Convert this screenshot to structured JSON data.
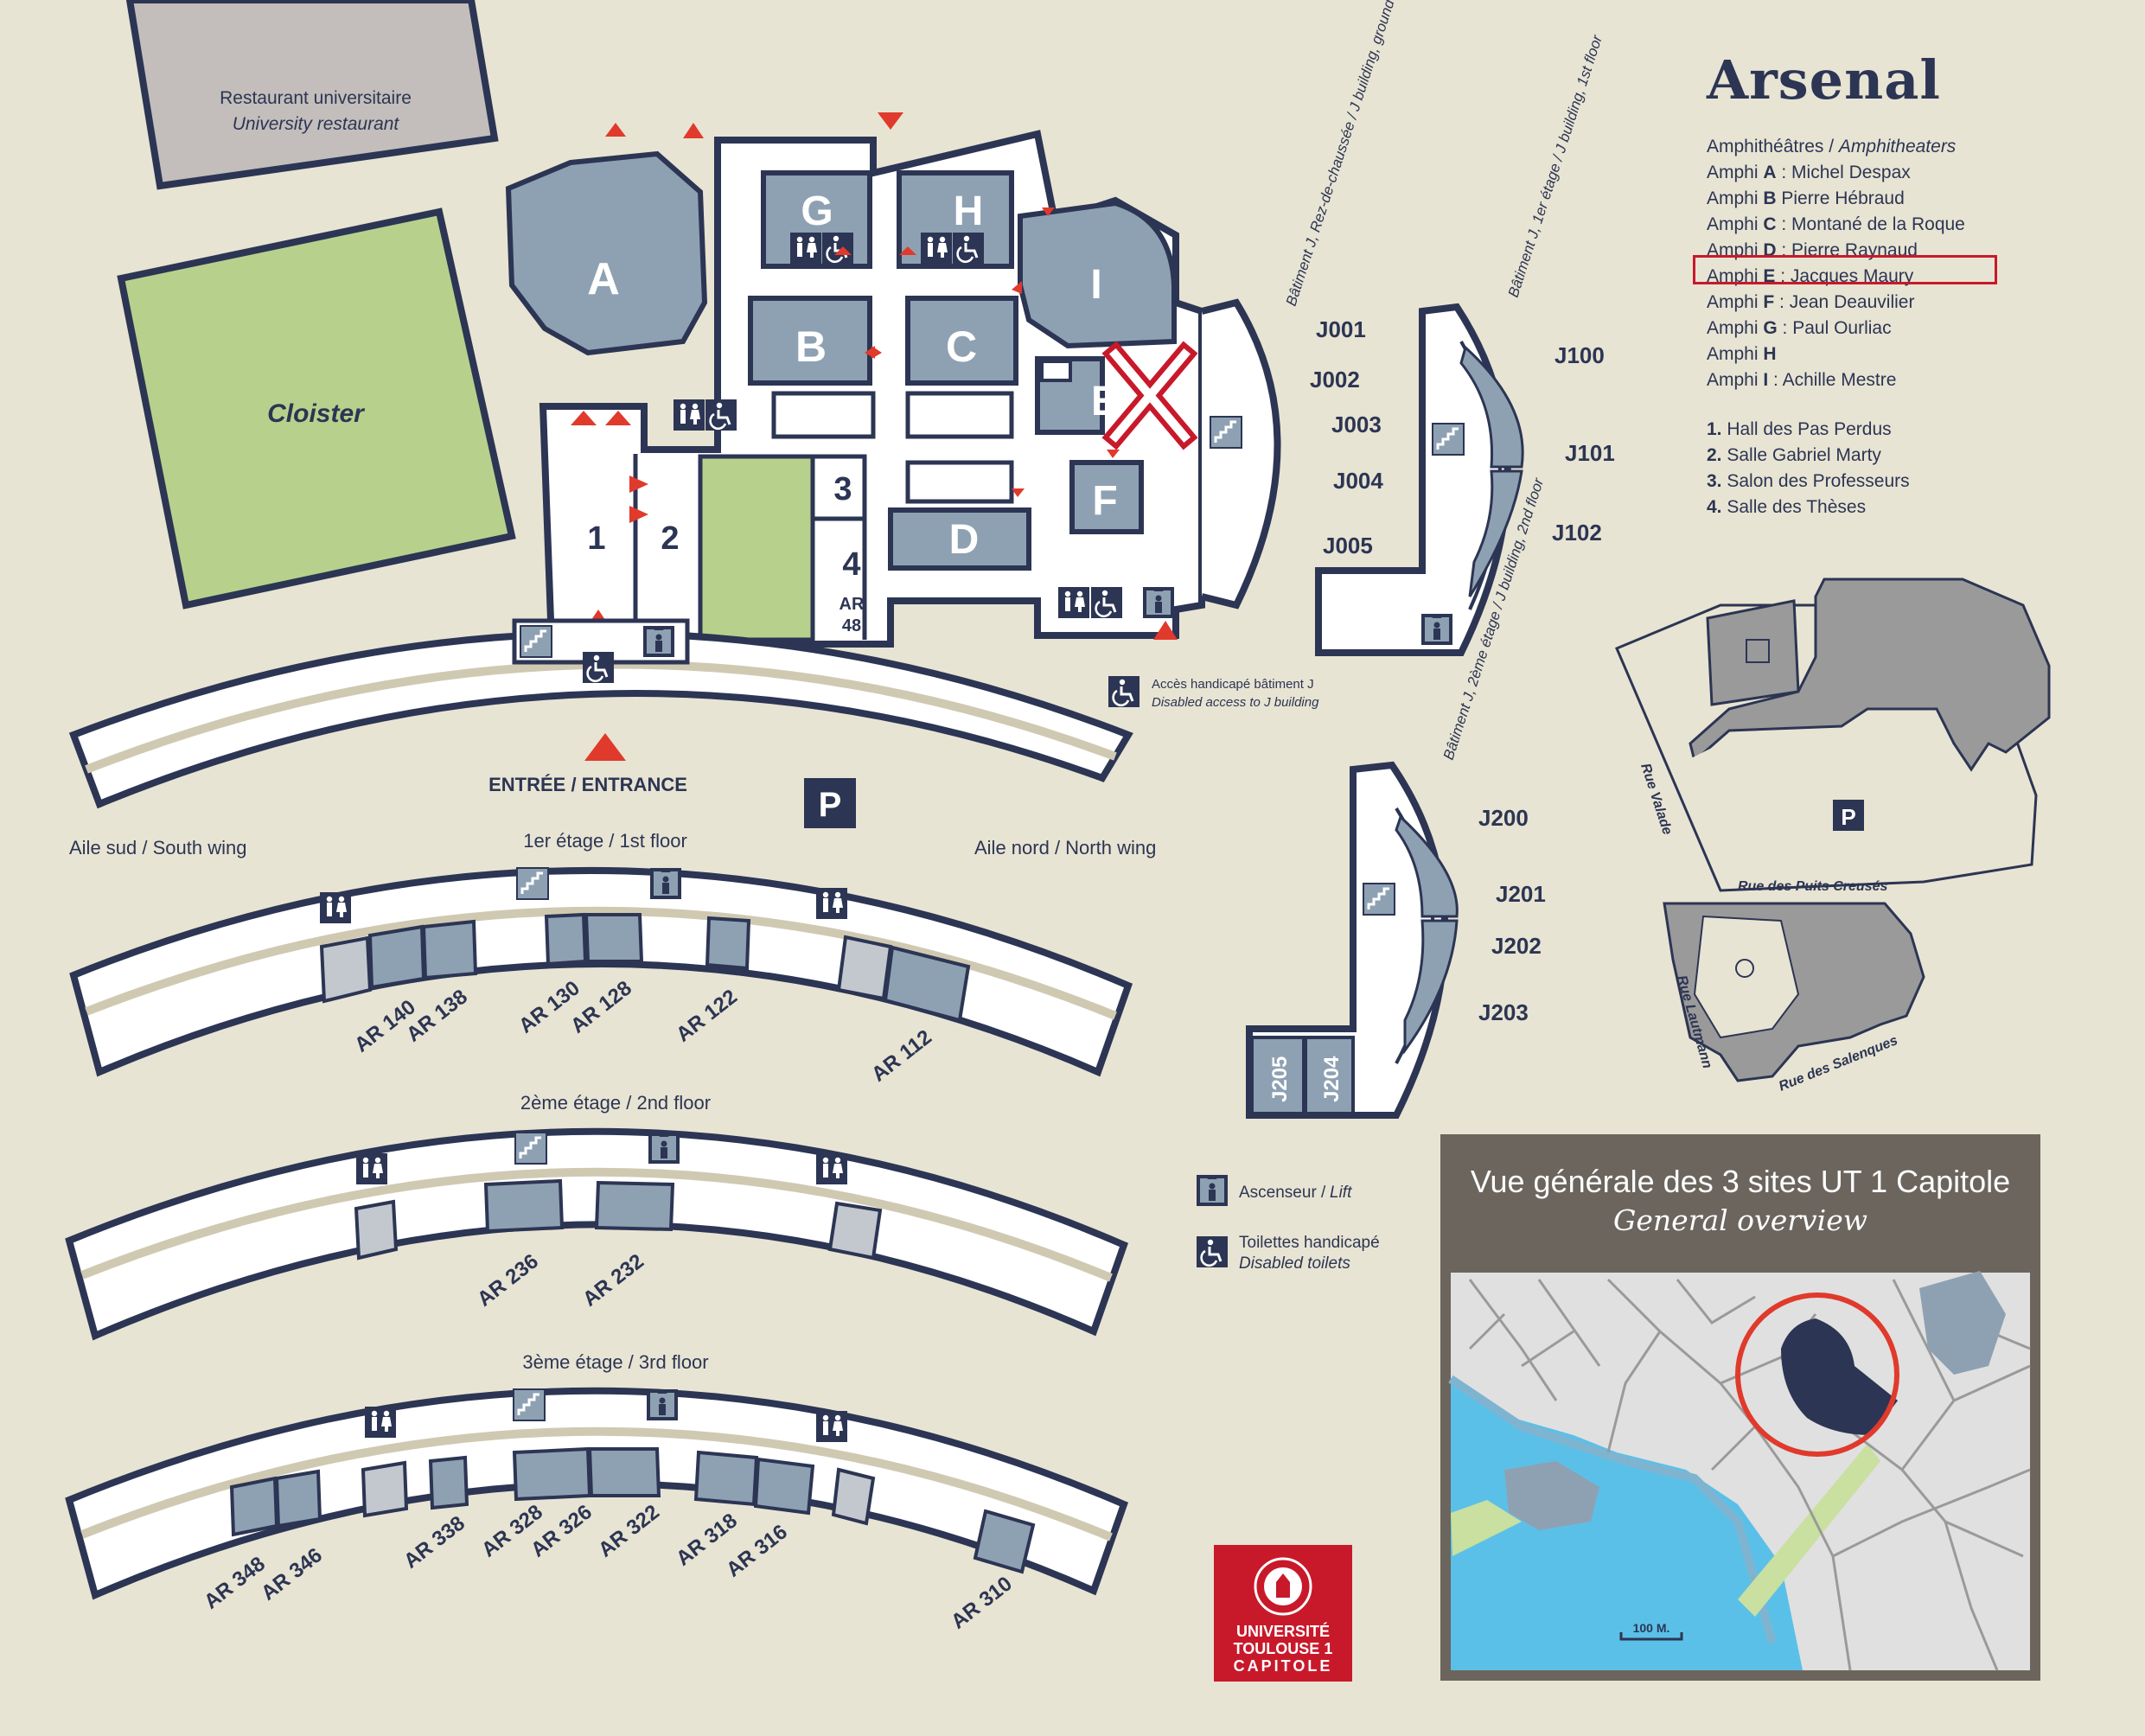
{
  "site_title": "Arsenal",
  "legend": {
    "amphitheaters_heading_fr": "Amphithéâtres / ",
    "amphitheaters_heading_en": "Amphitheaters",
    "amphis": [
      {
        "prefix": "Amphi ",
        "letter": "A",
        "sep": " : ",
        "name": "Michel Despax"
      },
      {
        "prefix": "Amphi ",
        "letter": "B",
        "sep": " ",
        "name": "Pierre Hébraud"
      },
      {
        "prefix": "Amphi ",
        "letter": "C",
        "sep": " : ",
        "name": "Montané de la Roque"
      },
      {
        "prefix": "Amphi ",
        "letter": "D",
        "sep": " : ",
        "name": "Pierre Raynaud"
      },
      {
        "prefix": "Amphi ",
        "letter": "E",
        "sep": " : ",
        "name": "Jacques Maury"
      },
      {
        "prefix": "Amphi ",
        "letter": "F",
        "sep": " : ",
        "name": "Jean Deauvilier"
      },
      {
        "prefix": "Amphi ",
        "letter": "G",
        "sep": " : ",
        "name": "Paul Ourliac"
      },
      {
        "prefix": "Amphi ",
        "letter": "H",
        "sep": "",
        "name": ""
      },
      {
        "prefix": "Amphi ",
        "letter": "I",
        "sep": " : ",
        "name": "Achille Mestre"
      }
    ],
    "rooms": [
      {
        "num": "1.",
        "name": "Hall des Pas Perdus"
      },
      {
        "num": "2.",
        "name": "Salle Gabriel Marty"
      },
      {
        "num": "3.",
        "name": "Salon des Professeurs"
      },
      {
        "num": "4.",
        "name": "Salle des Thèses"
      }
    ],
    "highlighted": "E",
    "highlight_color": "#c8192b"
  },
  "labels": {
    "restaurant_fr": "Restaurant universitaire",
    "restaurant_en": "University restaurant",
    "cloister": "Cloister",
    "entrance": "ENTRÉE / ENTRANCE",
    "parking": "P",
    "south_wing": "Aile sud / South wing",
    "north_wing": "Aile nord / North wing",
    "floor1": "1er étage / 1st floor",
    "floor2": "2ème étage / 2nd floor",
    "floor3": "3ème étage / 3rd floor",
    "j_ground": "Bâtiment J, Rez-de-chaussée / J building, ground floor",
    "j_first": "Bâtiment J, 1er étage / J building, 1st floor",
    "j_second": "Bâtiment J, 2ème étage / J building, 2nd floor",
    "disabled_access_fr": "Accès handicapé bâtiment J",
    "disabled_access_en": "Disabled access to J building",
    "lift_fr": "Ascenseur / ",
    "lift_en": "Lift",
    "toilets_fr": "Toilettes handicapé",
    "toilets_en": "Disabled toilets",
    "rue_valade": "Rue Valade",
    "rue_puits": "Rue des Puits Creusés",
    "rue_lautmann": "Rue Lautmann",
    "rue_salenques": "Rue des Salenques",
    "overview_title": "Vue générale des 3 sites UT 1 Capitole",
    "overview_subtitle": "General overview",
    "scale": "100 M.",
    "logo_line1": "UNIVERSITÉ",
    "logo_line2": "TOULOUSE 1",
    "logo_line3": "CAPITOLE"
  },
  "amphis_map": [
    "A",
    "B",
    "C",
    "D",
    "E",
    "F",
    "G",
    "H",
    "I"
  ],
  "rooms_map": [
    "1",
    "2",
    "3",
    "4",
    "AR",
    "48"
  ],
  "j_ground_rooms": [
    "J001",
    "J002",
    "J003",
    "J004",
    "J005"
  ],
  "j_first_rooms": [
    "J100",
    "J101",
    "J102"
  ],
  "j_second_rooms": [
    "J200",
    "J201",
    "J202",
    "J203",
    "J204",
    "J205"
  ],
  "floor1_rooms": [
    "AR 140",
    "AR 138",
    "AR 130",
    "AR 128",
    "AR 122",
    "AR 112"
  ],
  "floor2_rooms": [
    "AR 236",
    "AR 232"
  ],
  "floor3_rooms": [
    "AR 348",
    "AR 346",
    "AR 338",
    "AR 328",
    "AR 326",
    "AR 322",
    "AR 318",
    "AR 316",
    "AR 310"
  ],
  "colors": {
    "background": "#e8e4d3",
    "building": "#2c3553",
    "room": "#8ea1b3",
    "green": "#b7d18d",
    "accent_red": "#e03a2c",
    "overview_header": "#6b655d"
  }
}
